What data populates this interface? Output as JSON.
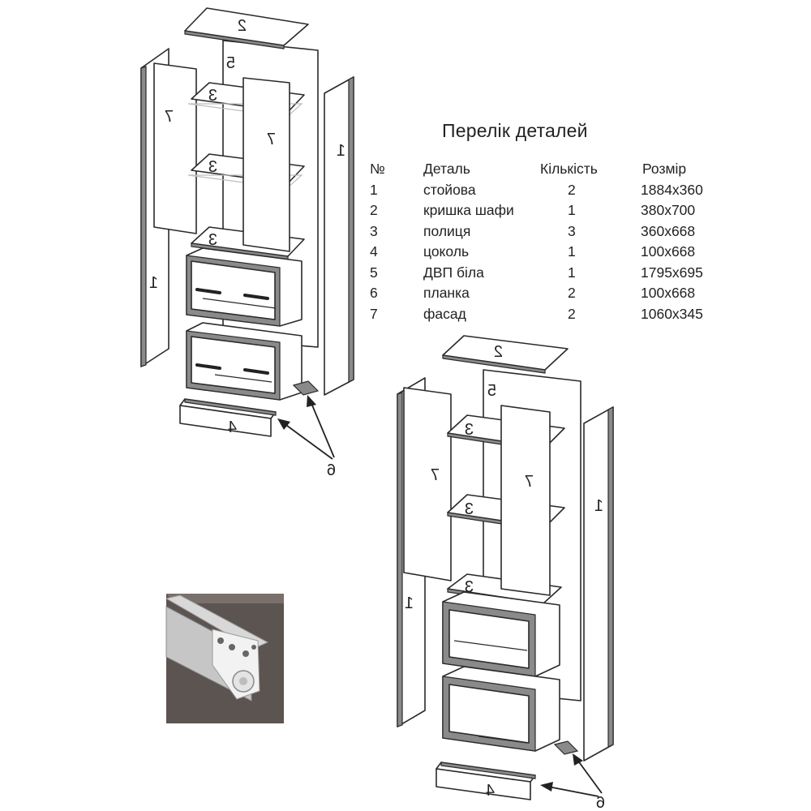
{
  "parts_list": {
    "title": "Перелік деталей",
    "headers": {
      "number": "№",
      "part": "Деталь",
      "quantity": "Кількість",
      "size": "Розмір"
    },
    "rows": [
      {
        "number": "1",
        "part": "стойова",
        "quantity": "2",
        "size": "1884x360"
      },
      {
        "number": "2",
        "part": "кришка шафи",
        "quantity": "1",
        "size": "380x700"
      },
      {
        "number": "3",
        "part": "полиця",
        "quantity": "3",
        "size": "360x668"
      },
      {
        "number": "4",
        "part": "цоколь",
        "quantity": "1",
        "size": "100x668"
      },
      {
        "number": "5",
        "part": "ДВП біла",
        "quantity": "1",
        "size": "1795x695"
      },
      {
        "number": "6",
        "part": "планка",
        "quantity": "2",
        "size": "100x668"
      },
      {
        "number": "7",
        "part": "фасад",
        "quantity": "2",
        "size": "1060x345"
      }
    ]
  },
  "diagram_labels": {
    "side_panel": "1",
    "top": "2",
    "shelf": "3",
    "plinth": "4",
    "back_panel": "5",
    "strip": "6",
    "facade": "7"
  }
}
